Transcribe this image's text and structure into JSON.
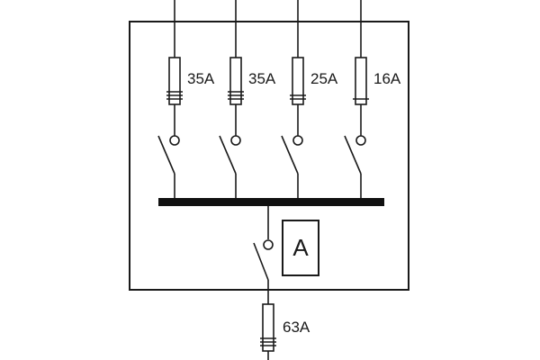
{
  "feeders": [
    {
      "fuse_rating": "35A",
      "stripes": 3
    },
    {
      "fuse_rating": "35A",
      "stripes": 3
    },
    {
      "fuse_rating": "25A",
      "stripes": 2
    },
    {
      "fuse_rating": "16A",
      "stripes": 1
    }
  ],
  "incomer": {
    "fuse_rating": "63A",
    "stripes": 3
  },
  "ammeter": {
    "symbol": "A"
  }
}
